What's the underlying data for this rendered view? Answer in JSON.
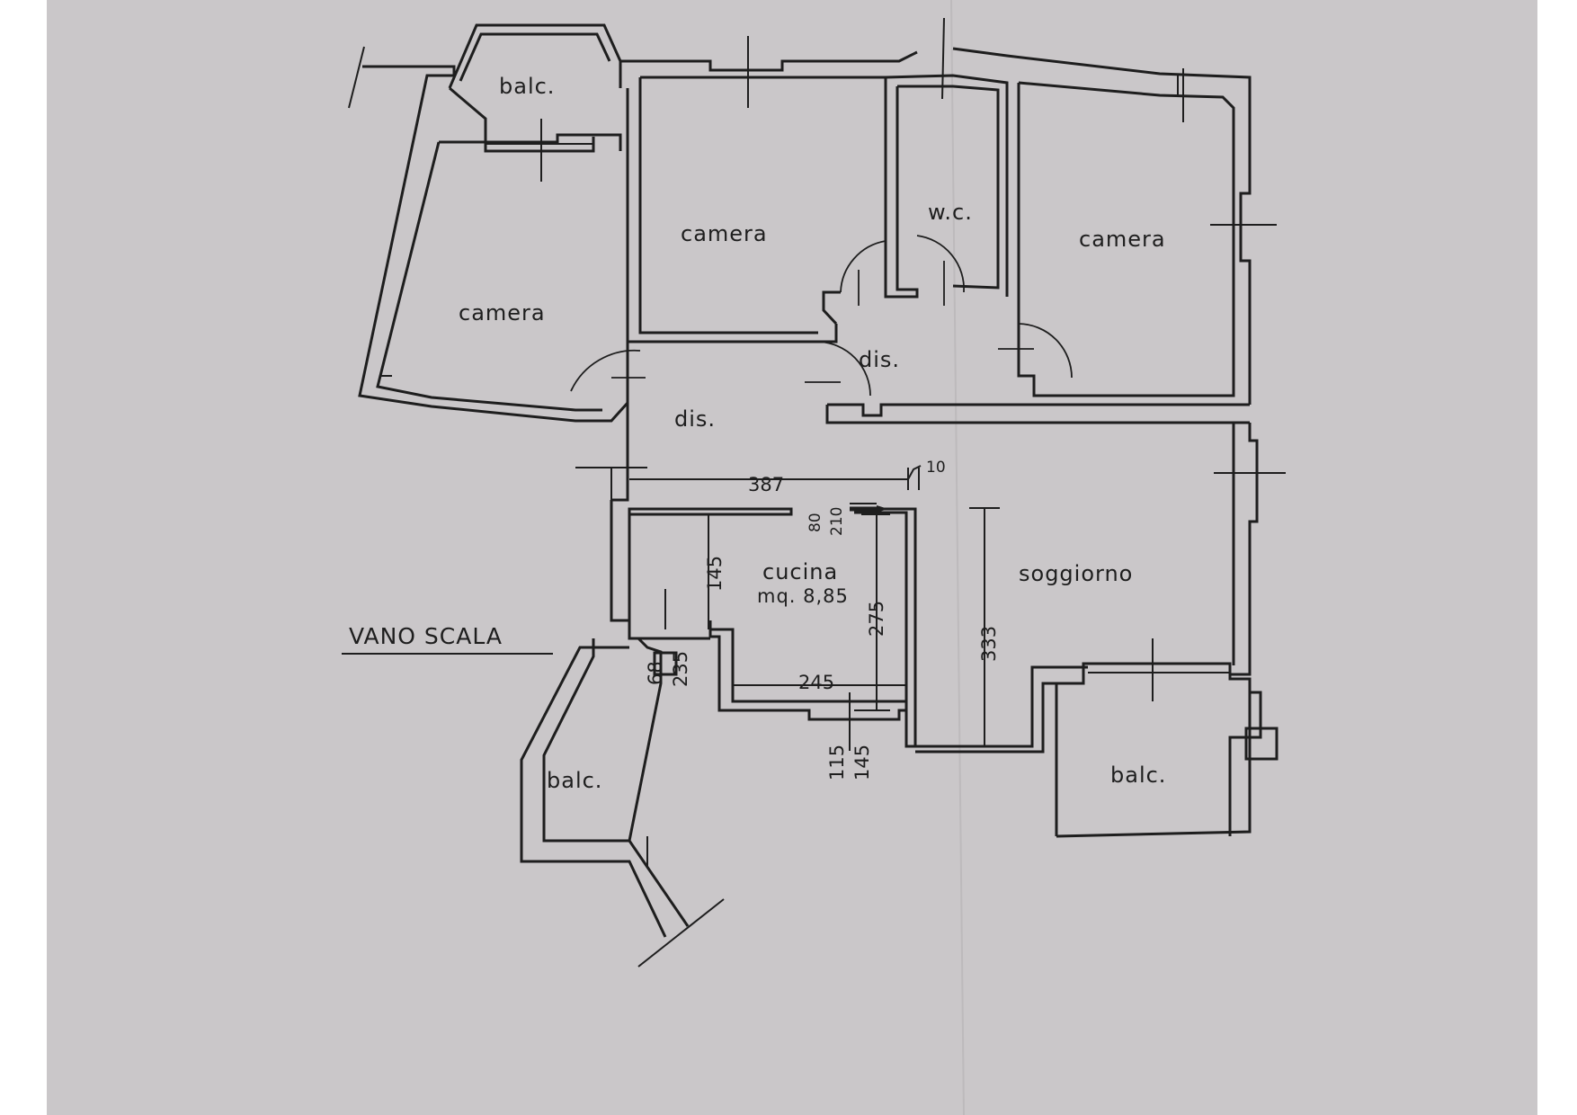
{
  "rooms": {
    "balc_top": "balc.",
    "camera_left": "camera",
    "camera_center": "camera",
    "wc": "w.c.",
    "camera_right": "camera",
    "dis_upper": "dis.",
    "dis_lower": "dis.",
    "cucina": "cucina",
    "cucina_area": "mq. 8,85",
    "soggiorno": "soggiorno",
    "balc_left": "balc.",
    "balc_right": "balc.",
    "vano_scala": "VANO SCALA"
  },
  "dimensions": {
    "corridor_width": "387",
    "wall_10": "10",
    "door_80": "80",
    "door_210": "210",
    "cucina_145": "145",
    "cucina_275": "275",
    "cucina_245": "245",
    "soggiorno_333": "333",
    "window_68": "68",
    "window_235": "235",
    "window_115": "115",
    "window_145": "145"
  }
}
